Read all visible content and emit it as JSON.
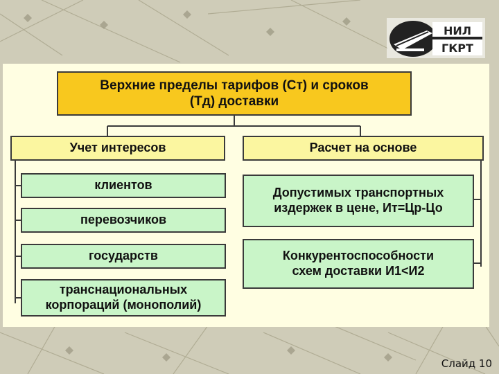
{
  "slide": {
    "number_label": "Слайд 10"
  },
  "logo": {
    "line1": "НИЛ",
    "line2": "ГКРТ"
  },
  "diagram": {
    "title": "Верхние пределы тарифов (Ст) и сроков\n(Тд) доставки",
    "left": {
      "header": "Учет интересов",
      "items": [
        "клиентов",
        "перевозчиков",
        "государств",
        "транснациональных\nкорпораций (монополий)"
      ]
    },
    "right": {
      "header": "Расчет на основе",
      "items": [
        "Допустимых транспортных\nиздержек в цене, Ит=Цр-Цо",
        "Конкурентоспособности\nсхем доставки И1<И2"
      ]
    }
  }
}
